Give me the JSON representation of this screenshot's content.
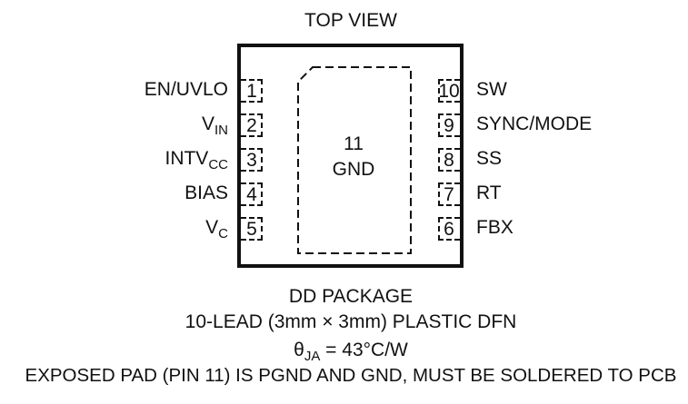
{
  "top_view": "TOP VIEW",
  "pad": {
    "num": "11",
    "label": "GND"
  },
  "pins_left": [
    {
      "num": "1",
      "name": "EN/UVLO",
      "sub": ""
    },
    {
      "num": "2",
      "name": "V",
      "sub": "IN"
    },
    {
      "num": "3",
      "name": "INTV",
      "sub": "CC"
    },
    {
      "num": "4",
      "name": "BIAS",
      "sub": ""
    },
    {
      "num": "5",
      "name": "V",
      "sub": "C"
    }
  ],
  "pins_right": [
    {
      "num": "10",
      "name": "SW"
    },
    {
      "num": "9",
      "name": "SYNC/MODE"
    },
    {
      "num": "8",
      "name": "SS"
    },
    {
      "num": "7",
      "name": "RT"
    },
    {
      "num": "6",
      "name": "FBX"
    }
  ],
  "package": {
    "line1": "DD PACKAGE",
    "line2": "10-LEAD (3mm × 3mm) PLASTIC DFN",
    "theta_symbol": "θ",
    "theta_sub": "JA",
    "theta_value": " = 43°C/W",
    "note": "EXPOSED PAD (PIN 11) IS PGND AND GND, MUST BE SOLDERED TO PCB"
  }
}
